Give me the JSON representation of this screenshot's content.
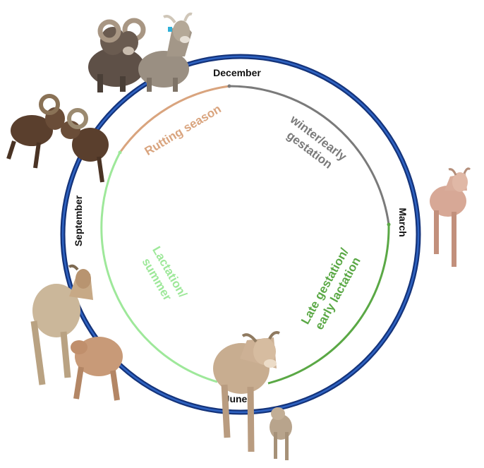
{
  "months": {
    "december": "December",
    "march": "March",
    "june": "June",
    "september": "September"
  },
  "seasons": {
    "rutting": {
      "label": "Rutting season",
      "color": "#d9a47e"
    },
    "winter": {
      "line1": "winter/early",
      "line2": "gestation",
      "color": "#7a7a7a"
    },
    "late_gestation": {
      "line1": "Late gestation/",
      "line2": "early lactation",
      "color": "#5aa845"
    },
    "lactation": {
      "line1": "Lactation/",
      "line2": "summer",
      "color": "#9ee89a"
    }
  },
  "colors": {
    "outer_ring": "#1e4a9a",
    "ram_coat": "#5e5047",
    "ewe_coat": "#9a8f82",
    "spring_ewe": "#d7a896",
    "summer_ewe": "#c8ad90"
  },
  "icons": [
    "bighorn-ram-and-ewe-icon",
    "rams-butting-heads-icon",
    "ewe-in-spring-icon",
    "ewe-nursing-lamb-icon",
    "ewe-with-lamb-icon"
  ]
}
